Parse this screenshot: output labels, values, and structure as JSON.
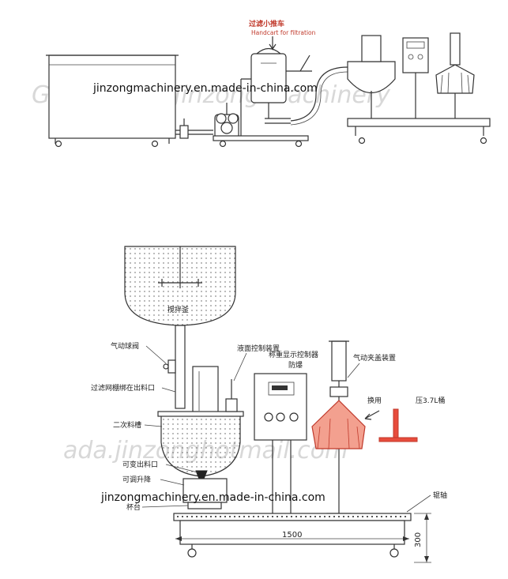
{
  "top_diagram": {
    "title_cn": "过滤小推车",
    "title_en": "Handcart for filtration"
  },
  "bottom_diagram": {
    "labels": {
      "mixing_tank": "搅拌釜",
      "pneumatic_ball_valve": "气动球阀",
      "filter_mesh_outlet": "过滤网棚绑在出料口",
      "secondary_tank": "二次料槽",
      "variable_outlet": "可变出料口",
      "adjustable_lift": "可调升降",
      "cup_stand": "杯台",
      "level_control": "液面控制装置",
      "weighing_controller": "称重显示控制器",
      "explosion_proof": "防爆",
      "pneumatic_cap_clamp": "气动夹盖装置",
      "replaceable": "换用",
      "bucket_spec": "压3.7L桶",
      "roller_conveyor": "辊轴"
    },
    "dimensions": {
      "length": "1500",
      "height": "300"
    }
  },
  "watermarks": {
    "primary": "jinzongmachinery.en.made-in-china.com",
    "secondary": "jinzongmachinery.en.made-in-china.com",
    "light_top": "Guangzhou Jinzong Machinery",
    "light_mid": "ada.jinzonghotmail.com"
  },
  "colors": {
    "line": "#333333",
    "accent_red": "#c0392b",
    "watermark_light": "#d8d8d8"
  }
}
